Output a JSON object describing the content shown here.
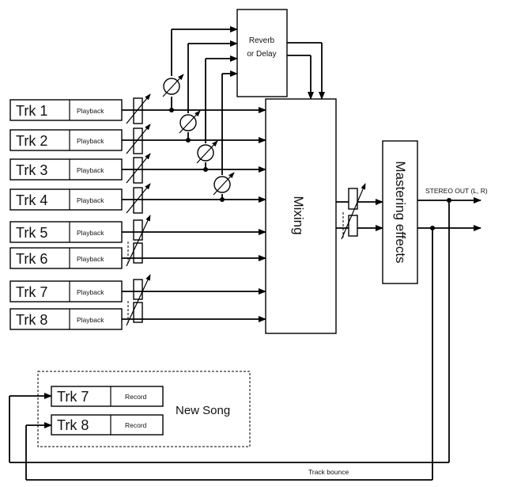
{
  "tracks": [
    {
      "name": "Trk 1",
      "mode": "Playback"
    },
    {
      "name": "Trk 2",
      "mode": "Playback"
    },
    {
      "name": "Trk 3",
      "mode": "Playback"
    },
    {
      "name": "Trk 4",
      "mode": "Playback"
    },
    {
      "name": "Trk 5",
      "mode": "Playback"
    },
    {
      "name": "Trk 6",
      "mode": "Playback"
    },
    {
      "name": "Trk 7",
      "mode": "Playback"
    },
    {
      "name": "Trk 8",
      "mode": "Playback"
    }
  ],
  "effect": {
    "line1": "Reverb",
    "line2": "or Delay"
  },
  "mixer": {
    "label": "Mixing"
  },
  "mastering": {
    "label": "Mastering effects"
  },
  "output": {
    "label": "STEREO OUT (L, R)"
  },
  "new_song": {
    "label": "New Song",
    "tracks": [
      {
        "name": "Trk 7",
        "mode": "Record"
      },
      {
        "name": "Trk 8",
        "mode": "Record"
      }
    ]
  },
  "bounce": {
    "label": "Track bounce"
  }
}
